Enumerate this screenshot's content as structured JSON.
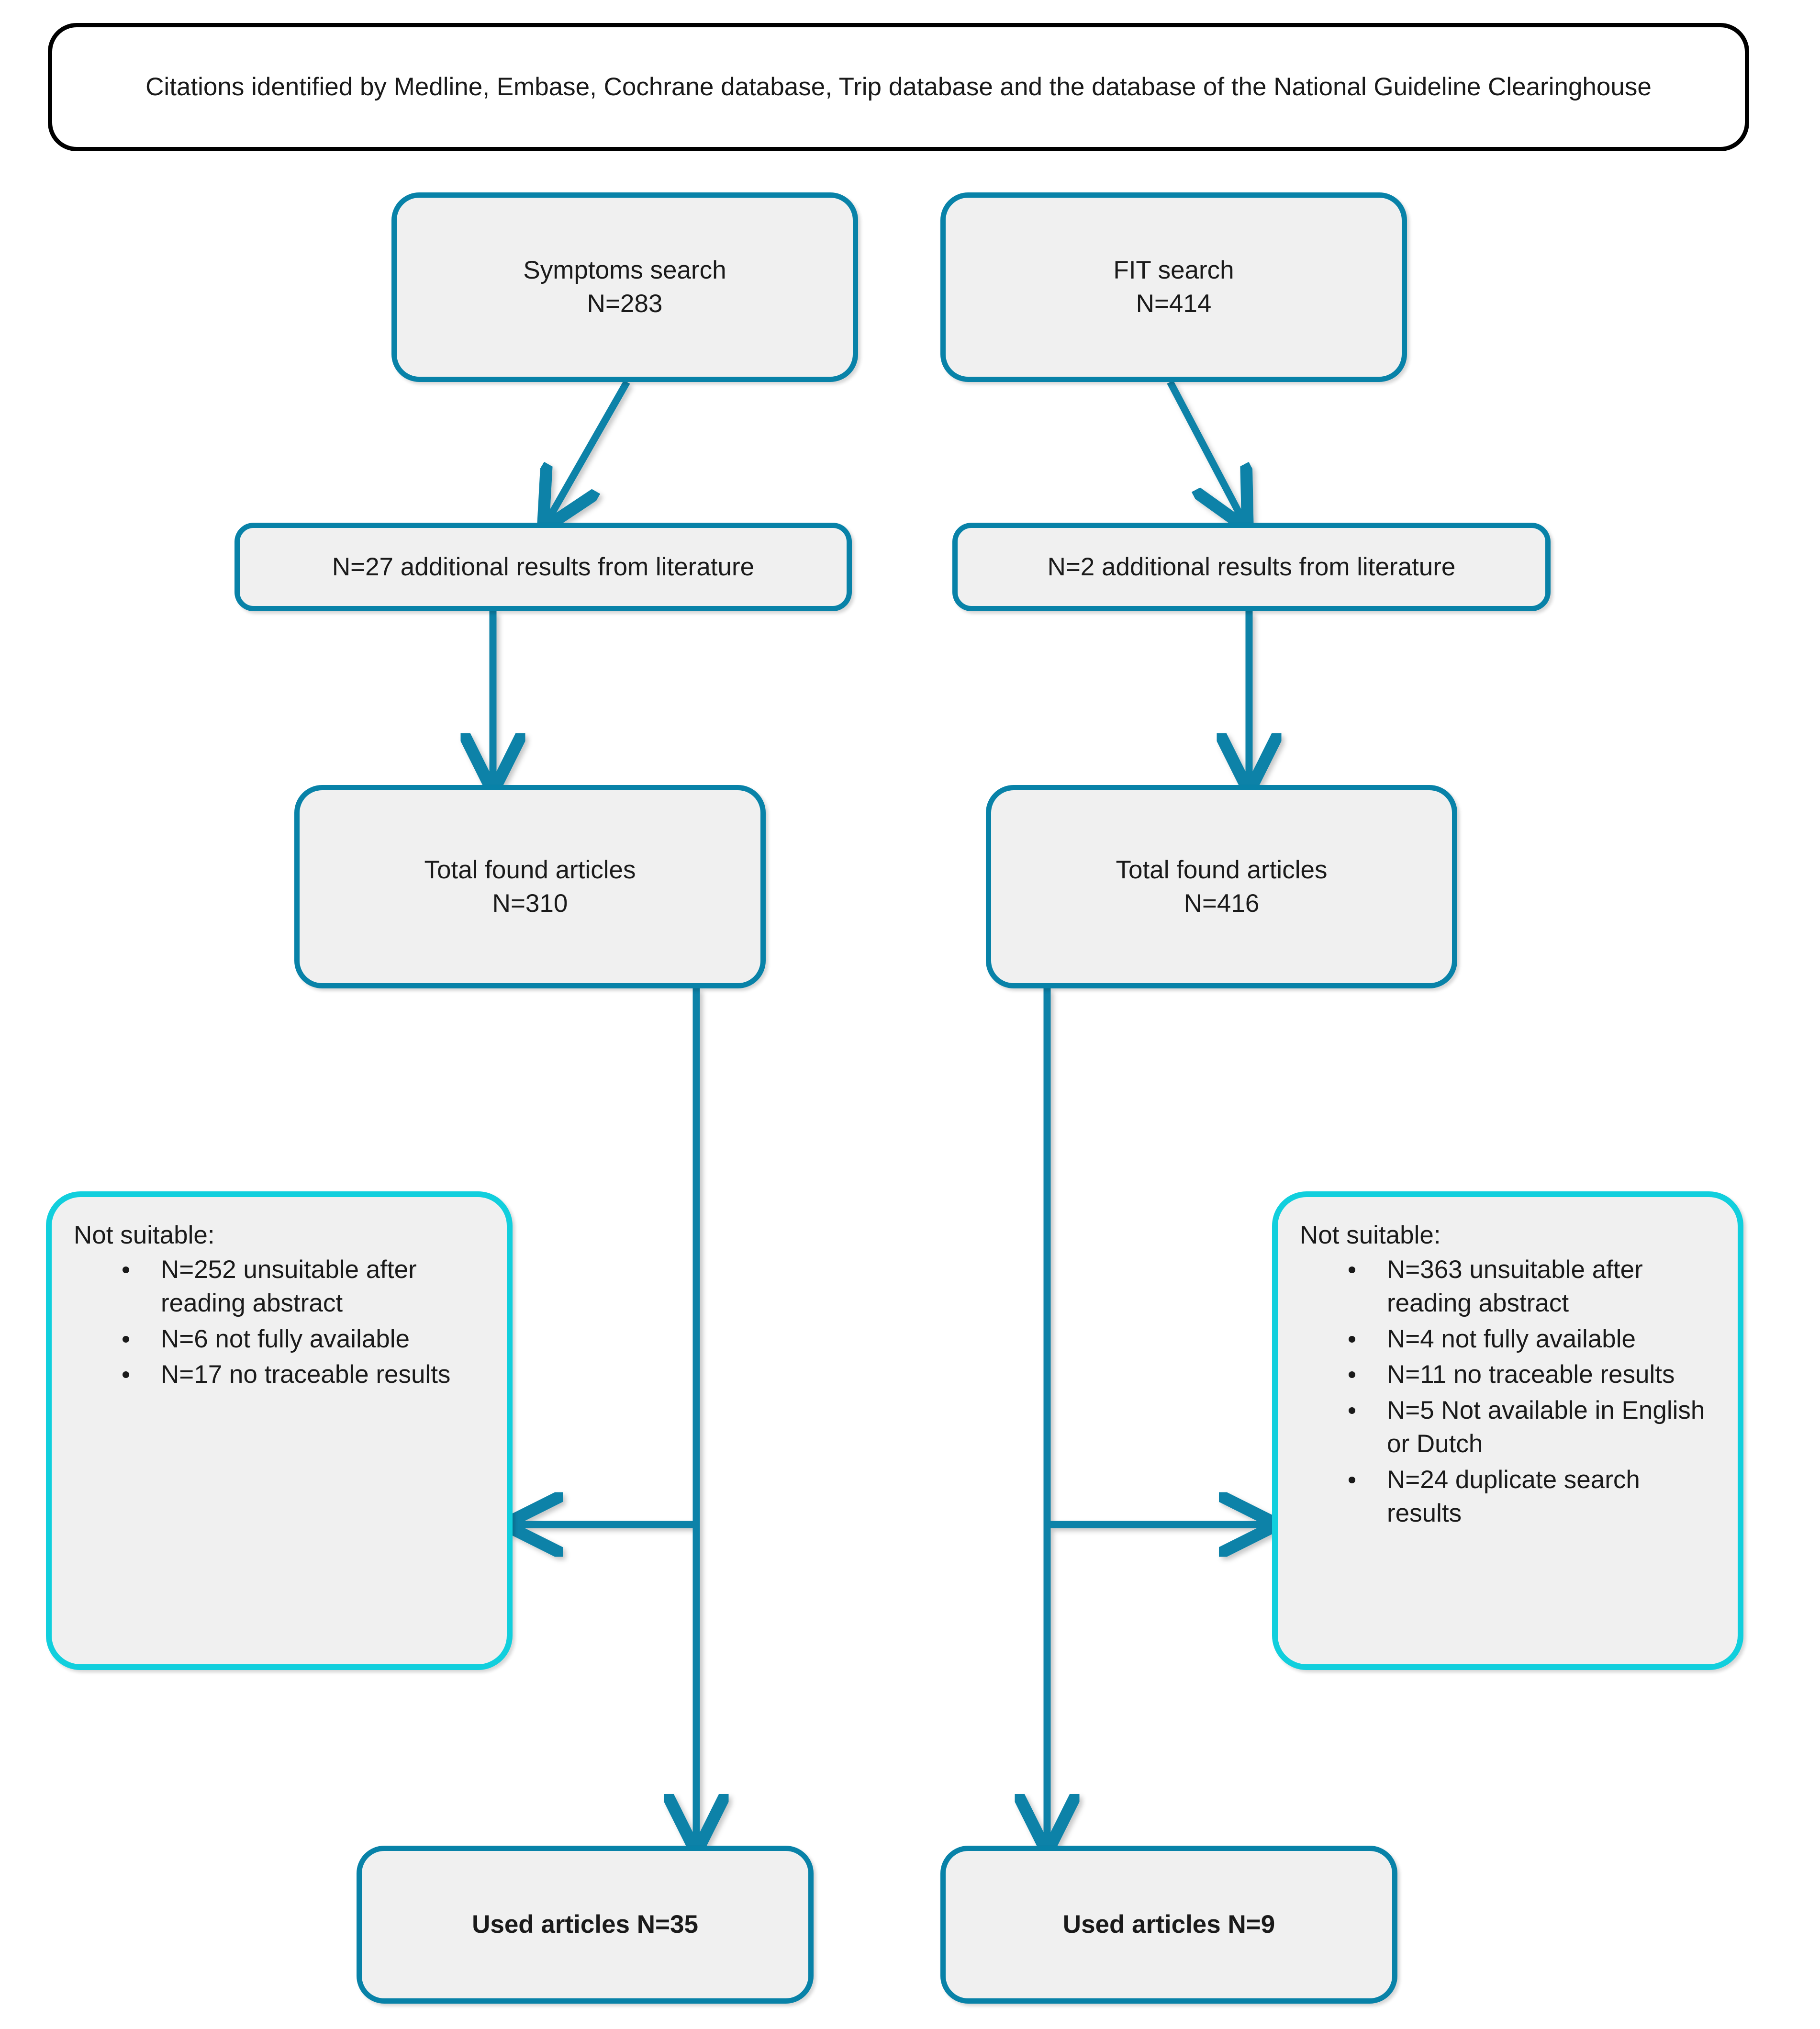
{
  "diagram": {
    "title_box": {
      "text": "Citations identified by Medline, Embase, Cochrane database, Trip database and the database of the National Guideline Clearinghouse"
    },
    "left_branch": {
      "search": {
        "line1": "Symptoms search",
        "line2": "N=283"
      },
      "additional": {
        "text": "N=27 additional results from literature"
      },
      "total": {
        "line1": "Total found articles",
        "line2": "N=310"
      },
      "not_suitable": {
        "heading": "Not suitable:",
        "items": [
          "N=252 unsuitable after reading abstract",
          "N=6 not fully available",
          "N=17 no traceable results"
        ]
      },
      "used": {
        "text": "Used articles N=35"
      }
    },
    "right_branch": {
      "search": {
        "line1": "FIT search",
        "line2": "N=414"
      },
      "additional": {
        "text": "N=2 additional results from literature"
      },
      "total": {
        "line1": "Total found articles",
        "line2": "N=416"
      },
      "not_suitable": {
        "heading": "Not suitable:",
        "items": [
          "N=363 unsuitable after reading abstract",
          "N=4 not fully available",
          "N=11 no traceable results",
          "N=5 Not available in English or Dutch",
          "N=24 duplicate search results"
        ]
      },
      "used": {
        "text": "Used articles N=9"
      }
    },
    "colors": {
      "teal_border": "#0882a8",
      "cyan_border": "#11cfdd",
      "node_fill": "#f0f0f0",
      "title_border": "#000000",
      "text": "#1a1a1a",
      "connector": "#0882a8"
    }
  }
}
